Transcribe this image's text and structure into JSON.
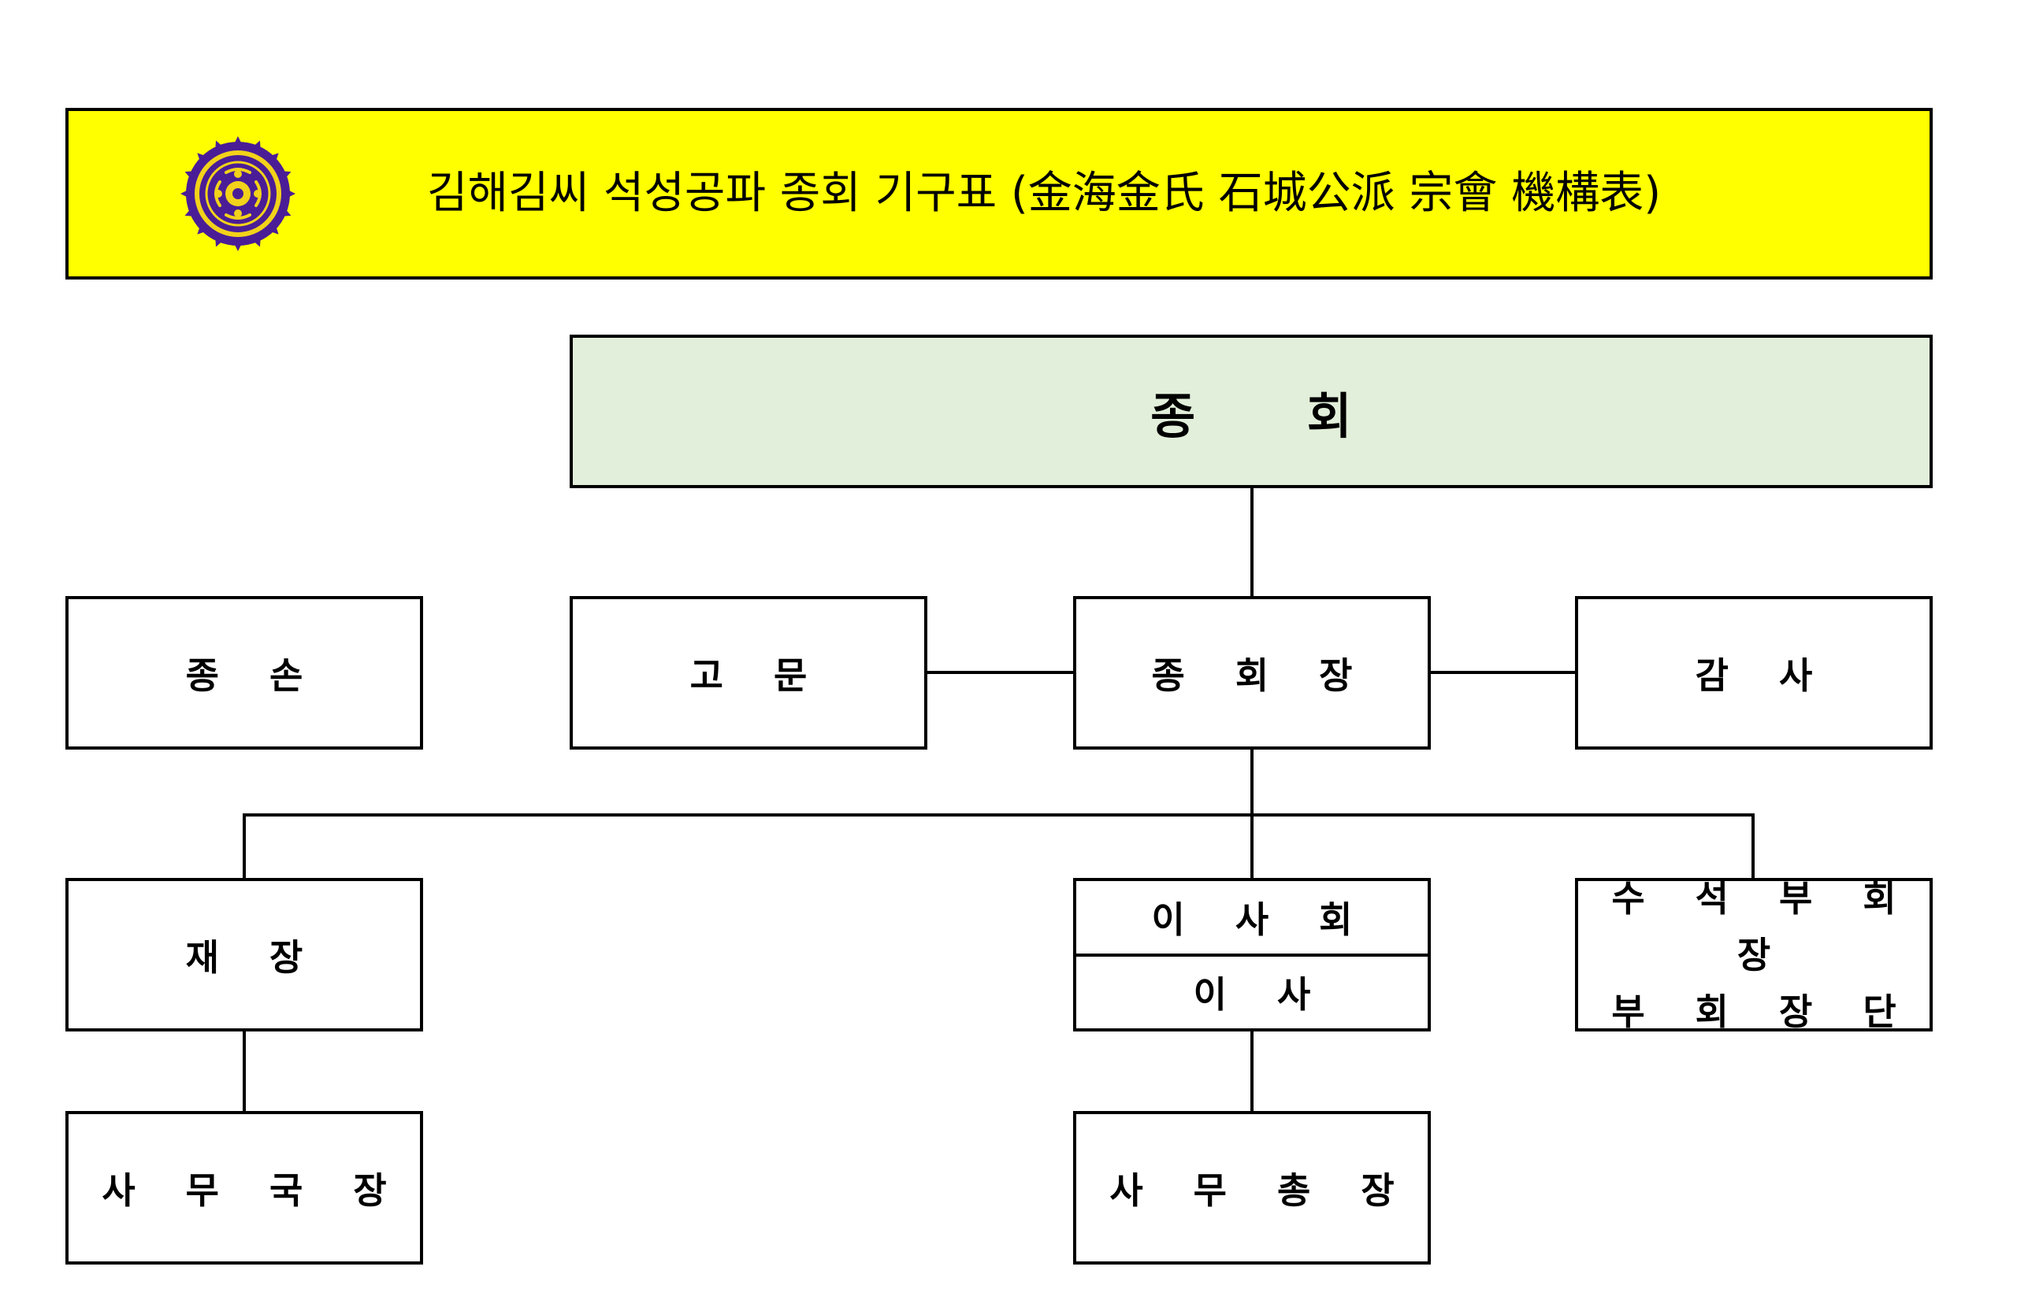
{
  "header": {
    "title": "김해김씨 석성공파 종회 기구표 (金海金氏 石城公派 宗會 機構表)",
    "emblem_icon": "clan-seal-emblem",
    "background_color": "#ffff00"
  },
  "org": {
    "general_meeting": "종 회",
    "head_family": "종 손",
    "advisor": "고 문",
    "chairman": "종 회 장",
    "auditor": "감 사",
    "treasurer": "재 장",
    "board": "이 사 회",
    "directors": "이 사",
    "senior_vice": "수 석 부 회 장",
    "vice_group": "부 회 장 단",
    "secretary_director": "사 무 국 장",
    "secretary_general": "사 무 총 장"
  },
  "colors": {
    "general_meeting_fill": "#e2efda",
    "emblem_purple": "#4a1d96",
    "emblem_gold": "#f2d21a"
  }
}
